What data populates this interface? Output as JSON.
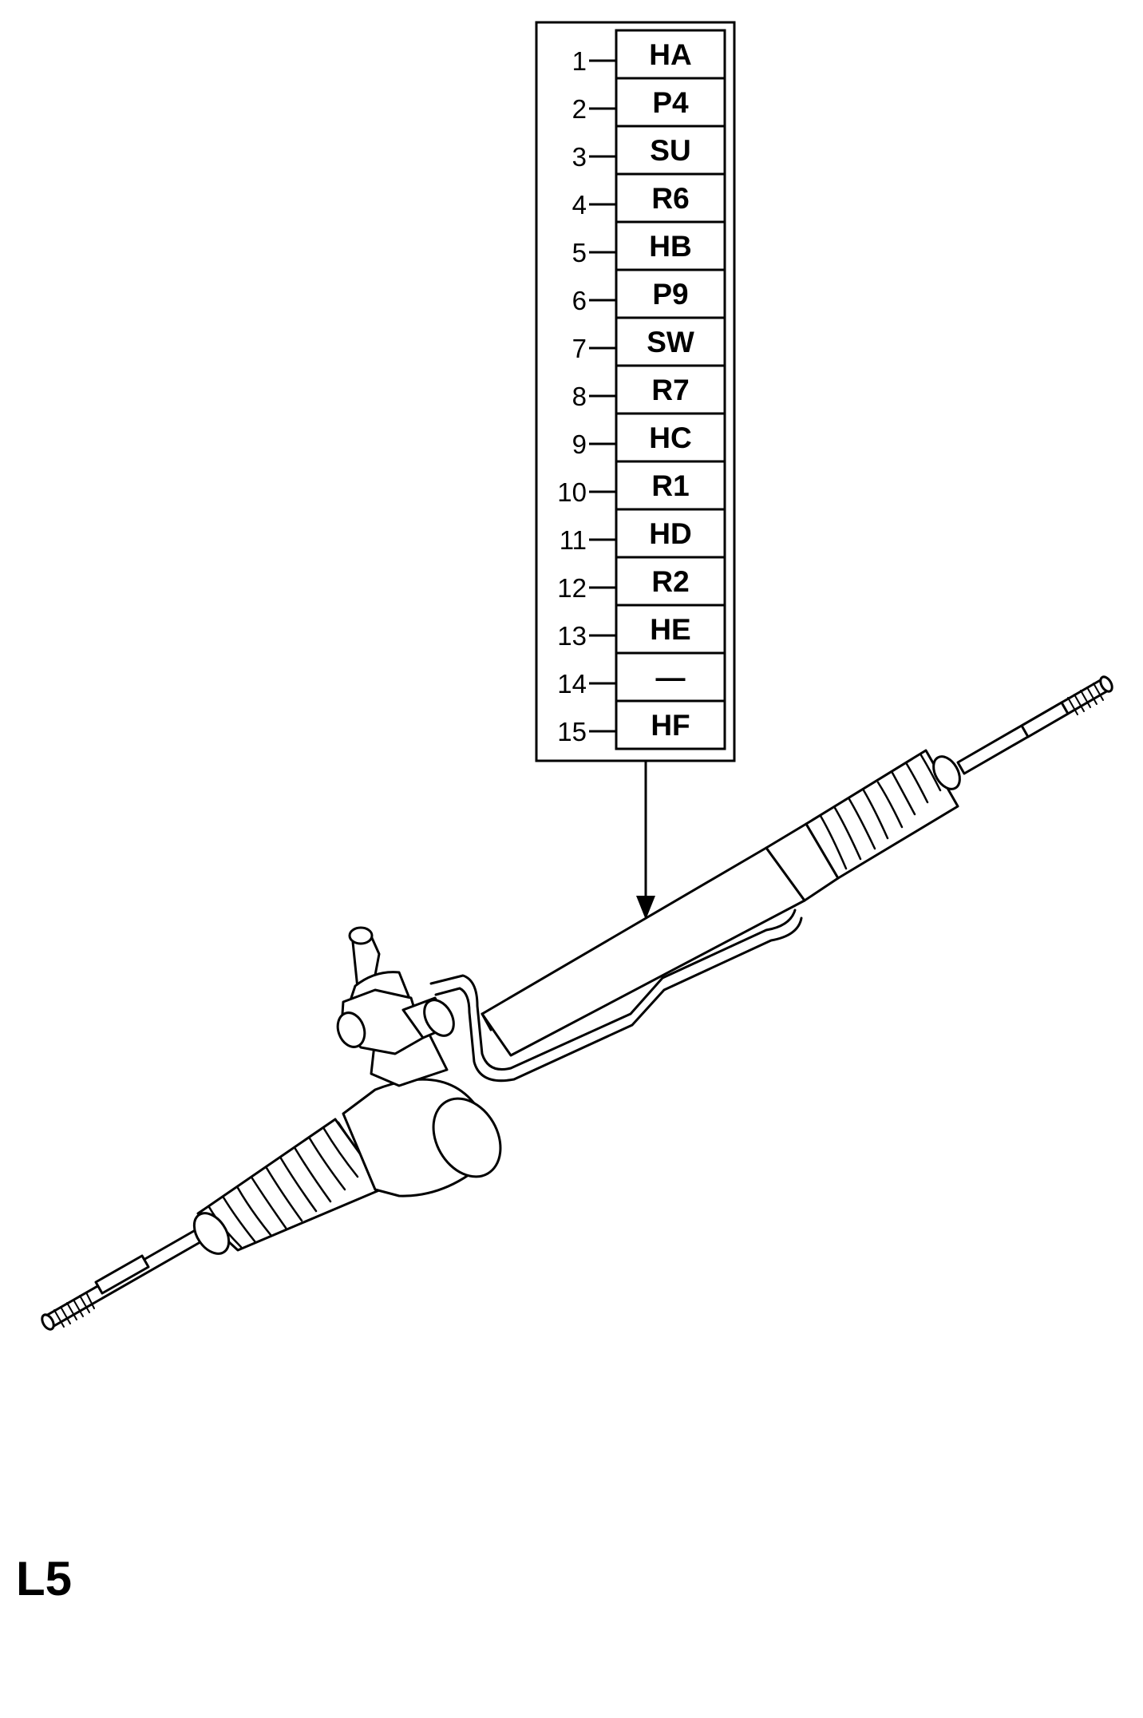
{
  "legend": {
    "rows": [
      {
        "number": "1",
        "code": "HA"
      },
      {
        "number": "2",
        "code": "P4"
      },
      {
        "number": "3",
        "code": "SU"
      },
      {
        "number": "4",
        "code": "R6"
      },
      {
        "number": "5",
        "code": "HB"
      },
      {
        "number": "6",
        "code": "P9"
      },
      {
        "number": "7",
        "code": "SW"
      },
      {
        "number": "8",
        "code": "R7"
      },
      {
        "number": "9",
        "code": "HC"
      },
      {
        "number": "10",
        "code": "R1"
      },
      {
        "number": "11",
        "code": "HD"
      },
      {
        "number": "12",
        "code": "R2"
      },
      {
        "number": "13",
        "code": "HE"
      },
      {
        "number": "14",
        "code": "—"
      },
      {
        "number": "15",
        "code": "HF"
      }
    ]
  },
  "illustration": {
    "part": "steering-rack-assembly-icon"
  },
  "page_label": "L5"
}
